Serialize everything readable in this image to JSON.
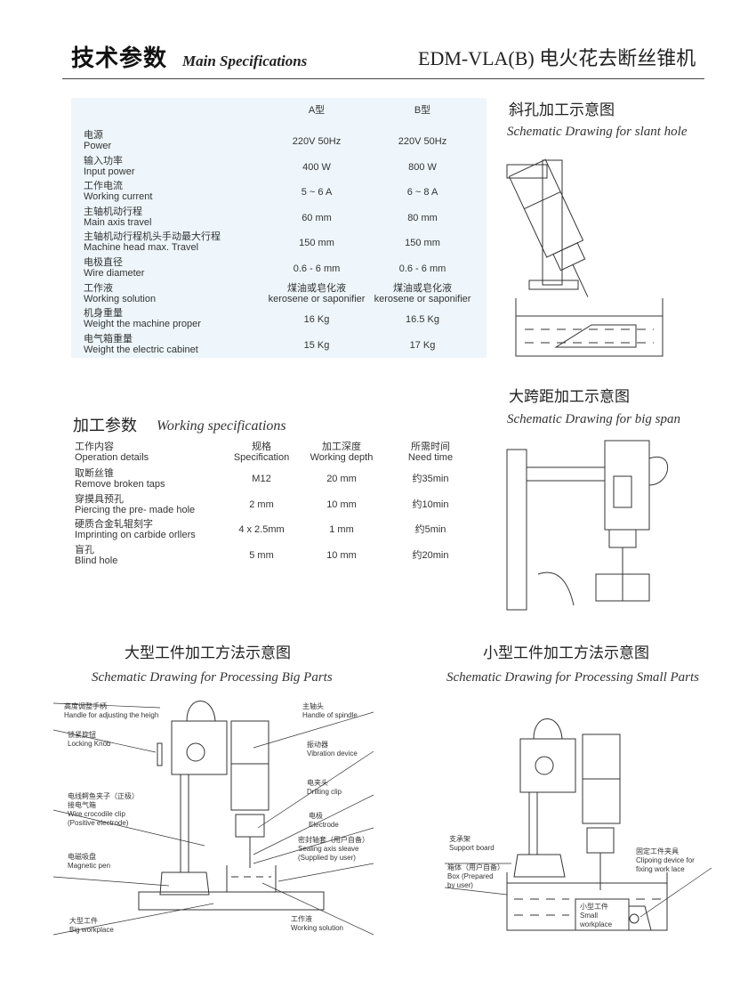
{
  "header": {
    "title_cn": "技术参数",
    "title_en": "Main Specifications",
    "model": "EDM-VLA(B) 电火花去断丝锥机"
  },
  "specs": {
    "columns": [
      "A型",
      "B型"
    ],
    "rows": [
      {
        "cn": "电源",
        "en": "Power",
        "a": "220V   50Hz",
        "b": "220V   50Hz"
      },
      {
        "cn": "输入功率",
        "en": "Input power",
        "a": "400 W",
        "b": "800 W"
      },
      {
        "cn": "工作电流",
        "en": "Working current",
        "a": "5 ~ 6 A",
        "b": "6 ~ 8 A"
      },
      {
        "cn": "主轴机动行程",
        "en": "Main axis travel",
        "a": "60 mm",
        "b": "80 mm"
      },
      {
        "cn": "主轴机动行程机头手动最大行程",
        "en": "Machine head max. Travel",
        "a": "150 mm",
        "b": "150 mm"
      },
      {
        "cn": "电极直径",
        "en": "Wire diameter",
        "a": "0.6 - 6 mm",
        "b": "0.6 - 6 mm"
      },
      {
        "cn": "工作液",
        "en": "Working solution",
        "a": "煤油或皂化液",
        "a2": "kerosene or saponifier",
        "b": "煤油或皂化液",
        "b2": "kerosene or saponifier"
      },
      {
        "cn": "机身重量",
        "en": "Weight the machine proper",
        "a": "16 Kg",
        "b": "16.5 Kg"
      },
      {
        "cn": "电气箱重量",
        "en": "Weight the electric cabinet",
        "a": "15 Kg",
        "b": "17 Kg"
      }
    ]
  },
  "working": {
    "title_cn": "加工参数",
    "title_en": "Working specifications",
    "headers": [
      {
        "cn": "工作内容",
        "en": "Operation details"
      },
      {
        "cn": "规格",
        "en": "Specification"
      },
      {
        "cn": "加工深度",
        "en": "Working depth"
      },
      {
        "cn": "所需时间",
        "en": "Need time"
      }
    ],
    "rows": [
      {
        "cn": "取断丝锥",
        "en": "Remove broken taps",
        "spec": "M12",
        "depth": "20 mm",
        "time": "约35min"
      },
      {
        "cn": "穿摸具预孔",
        "en": "Piercing the pre- made hole",
        "spec": "2 mm",
        "depth": "10 mm",
        "time": "约10min"
      },
      {
        "cn": "硬质合金轧辊刻字",
        "en": "Imprinting on carbide orllers",
        "spec": "4 x 2.5mm",
        "depth": "1 mm",
        "time": "约5min"
      },
      {
        "cn": "盲孔",
        "en": "Blind hole",
        "spec": "5 mm",
        "depth": "10 mm",
        "time": "约20min"
      }
    ]
  },
  "diagrams": {
    "slant": {
      "cn": "斜孔加工示意图",
      "en": "Schematic Drawing for slant hole"
    },
    "span": {
      "cn": "大跨距加工示意图",
      "en": "Schematic Drawing for big span"
    },
    "big": {
      "cn": "大型工件加工方法示意图",
      "en": "Schematic Drawing for Processing Big Parts",
      "labels": {
        "handle_cn": "高度调整手柄",
        "handle_en": "Handle for adjusting the heigh",
        "knob_cn": "锁紧旋钮",
        "knob_en": "Locking Knob",
        "clip_cn": "电线鳄鱼夹子（正极）",
        "clip_cn2": "接电气箱",
        "clip_en": "Wire crocodile clip",
        "clip_en2": "(Positive electrode)",
        "mag_cn": "电磁吸盘",
        "mag_en": "Magnetic pen",
        "work_cn": "大型工件",
        "work_en": "Big workplace",
        "spindle_cn": "主轴头",
        "spindle_en": "Handle of spindle",
        "vib_cn": "振动器",
        "vib_en": "Vibration device",
        "drill_cn": "电夹头",
        "drill_en": "Drilting clip",
        "elec_cn": "电极",
        "elec_en": "Electrode",
        "seal_cn": "密封轴套（用户自备）",
        "seal_en": "Sealing axis sleave",
        "seal_en2": "(Supplied by user)",
        "sol_cn": "工作液",
        "sol_en": "Working solution"
      }
    },
    "small": {
      "cn": "小型工件加工方法示意图",
      "en": "Schematic Drawing for Processing Small Parts",
      "labels": {
        "sup_cn": "支承架",
        "sup_en": "Support board",
        "box_cn": "箱体（用户自备）",
        "box_en": "Box (Prepared",
        "box_en2": "by user)",
        "fix_cn": "固定工件夹具",
        "fix_en": "Clipoing device for",
        "fix_en2": "fixing work lace",
        "part_cn": "小型工件",
        "part_en": "Small",
        "part_en2": "workplace"
      }
    }
  }
}
